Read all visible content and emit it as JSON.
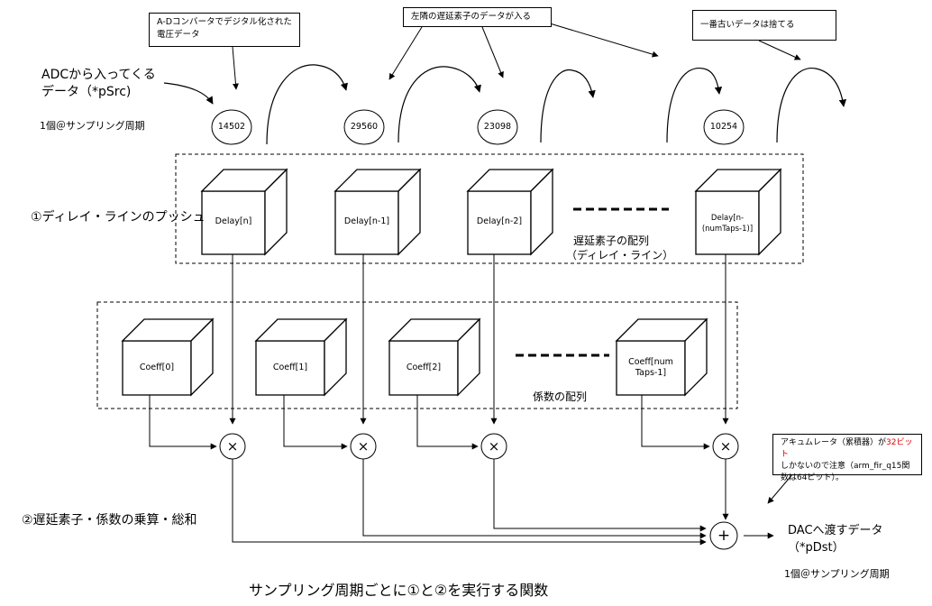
{
  "title": "サンプリング周期ごとに①と②を実行する関数",
  "callouts": {
    "adc": "A-Dコンバータでデジタル化された\n電圧データ",
    "left_neighbor": "左隣の遅延素子のデータが入る",
    "oldest": "一番古いデータは捨てる",
    "accumulator_pre": "アキュムレータ（累積器）が",
    "accumulator_red": "32ビット",
    "accumulator_post": "しかないので注意（arm_fir_q15関数は64ビット）。"
  },
  "input": {
    "label_line1": "ADCから入ってくる",
    "label_line2": "データ（*pSrc)",
    "rate": "1個＠サンプリング周期"
  },
  "samples": [
    "14502",
    "29560",
    "23098",
    "10254"
  ],
  "steps": {
    "step1": "①ディレイ・ラインのプッシュ",
    "step2": "②遅延素子・係数の乗算・総和"
  },
  "delay_line": {
    "cells": [
      "Delay[n]",
      "Delay[n-1]",
      "Delay[n-2]",
      "Delay[n-\n(numTaps-1)]"
    ],
    "caption_line1": "遅延素子の配列",
    "caption_line2": "（ディレイ・ライン）"
  },
  "coefficients": {
    "cells": [
      "Coeff[0]",
      "Coeff[1]",
      "Coeff[2]",
      "Coeff[num\nTaps-1]"
    ],
    "caption": "係数の配列"
  },
  "operators": {
    "multiply": "×",
    "sum": "+"
  },
  "output": {
    "label_line1": "DACへ渡すデータ",
    "label_line2": "（*pDst）",
    "rate": "1個＠サンプリング周期"
  }
}
